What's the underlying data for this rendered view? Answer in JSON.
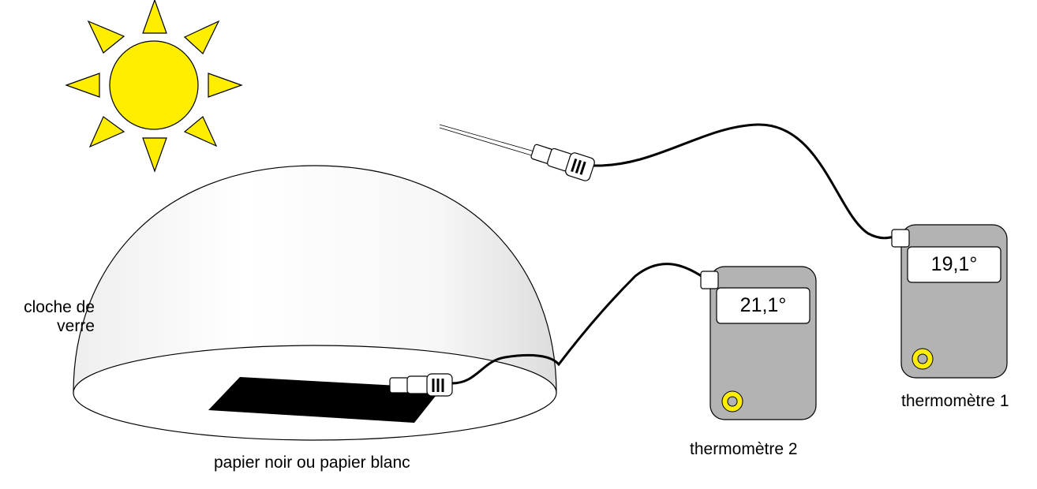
{
  "labels": {
    "dome_line1": "cloche de",
    "dome_line2": "verre",
    "paper": "papier noir ou papier blanc",
    "thermo1_name": "thermomètre 1",
    "thermo2_name": "thermomètre 2"
  },
  "thermometers": {
    "t1_reading": "19,1°",
    "t2_reading": "21,1°"
  },
  "colors": {
    "sun": "#ffee00",
    "thermometer_body": "#b3b3b3",
    "paper": "#000000",
    "cable": "#000000"
  }
}
